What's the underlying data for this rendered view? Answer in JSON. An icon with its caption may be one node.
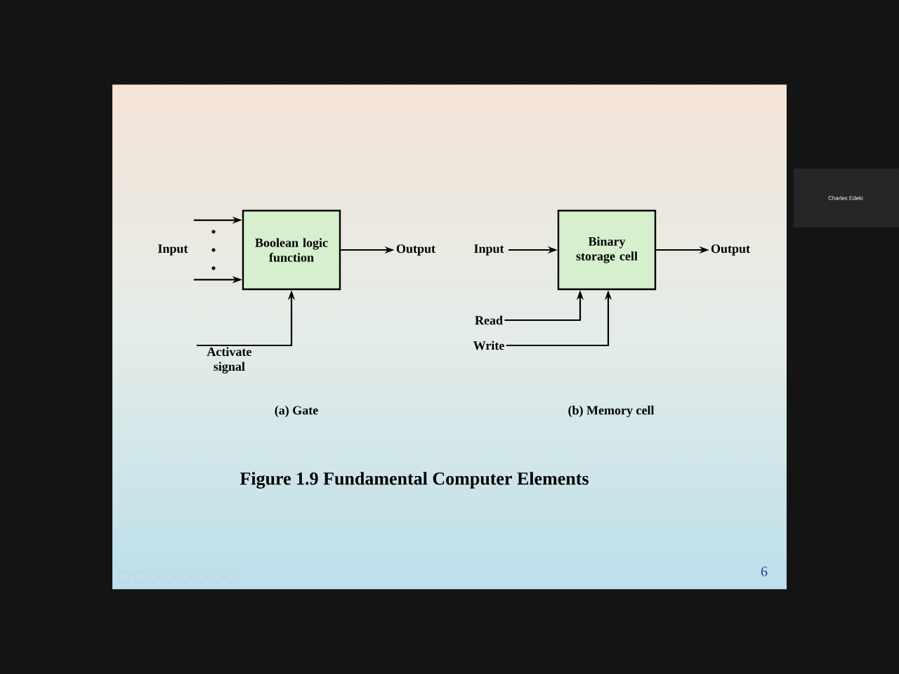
{
  "diagram": {
    "caption": "Figure 1.9  Fundamental Computer Elements",
    "nodes": [
      {
        "text": [
          "Boolean logic function"
        ]
      },
      {
        "text": [
          "Input"
        ]
      },
      {
        "text": [
          "Output"
        ]
      },
      {
        "text": [
          "Activate signal"
        ]
      },
      {
        "text": [
          "Binary storage cell"
        ]
      },
      {
        "text": [
          "Input"
        ]
      },
      {
        "text": [
          "Output"
        ]
      },
      {
        "text": [
          "Read"
        ]
      },
      {
        "text": [
          "Write"
        ]
      }
    ],
    "edges": [
      {
        "from": 1,
        "to": 0,
        "arrow": "to"
      },
      {
        "from": 1,
        "to": 0,
        "arrow": "to"
      },
      {
        "from": 0,
        "to": 2,
        "arrow": "to"
      },
      {
        "from": 3,
        "to": 0,
        "arrow": "to"
      },
      {
        "from": 5,
        "to": 4,
        "arrow": "to"
      },
      {
        "from": 4,
        "to": 6,
        "arrow": "to"
      },
      {
        "from": 7,
        "to": 4,
        "arrow": "to"
      },
      {
        "from": 8,
        "to": 4,
        "arrow": "to"
      }
    ],
    "labels": [
      "Charles Edeki",
      "(a) Gate",
      "(b) Memory cell",
      "6"
    ]
  }
}
